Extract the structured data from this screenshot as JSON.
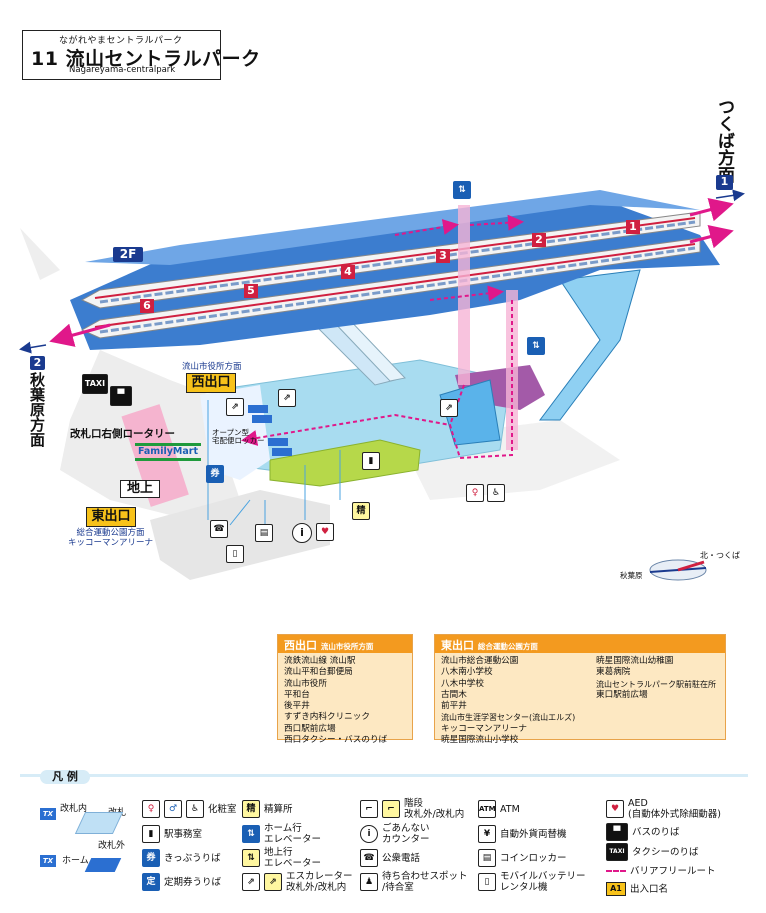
{
  "station": {
    "number": "11",
    "name": "流山セントラルパーク",
    "kana": "ながれやまセントラルパーク",
    "romaji": "Nagareyama-centralpark"
  },
  "directions": {
    "tsukuba": {
      "text": "つくば方面",
      "num": "1"
    },
    "akihabara": {
      "text": "秋葉原方面",
      "num": "2"
    }
  },
  "floor_label": "2F",
  "ground_label": "地上",
  "cars": [
    "1",
    "2",
    "3",
    "4",
    "5",
    "6"
  ],
  "exits": {
    "west": {
      "label": "西出口",
      "sub": "流山市役所方面"
    },
    "east": {
      "label": "東出口",
      "sub": "総合運動公園方面\nキッコーマンアリーナ"
    }
  },
  "map_labels": {
    "rotary": "改札口右側ロータリー",
    "familymart": "FamilyMart",
    "open_locker": "オープン型\n宅配便ロッカー"
  },
  "compass": {
    "north": "北",
    "tsukuba": "つくば",
    "akihabara": "秋葉原"
  },
  "west_card": {
    "title": "西出口",
    "subtitle": "流山市役所方面",
    "items": [
      "流鉄流山線 流山駅",
      "流山平和台郵便局",
      "流山市役所",
      "平和台",
      "すずき内科クリニック",
      "西口駅前広場",
      "西口タクシー・バスのりば"
    ],
    "items_shown": [
      "流鉄流山線 流山駅",
      "流山平和台郵便局",
      "流山市役所",
      "平和台",
      "後平井",
      "すずき内科クリニック",
      "西口駅前広場",
      "西口タクシー・バスのりば"
    ]
  },
  "east_card": {
    "title": "東出口",
    "subtitle": "総合運動公園方面",
    "col1": [
      "流山市総合運動公園",
      "八木南小学校",
      "八木中学校",
      "古間木",
      "前平井",
      "流山市生涯学習センター(流山エルズ)",
      "キッコーマンアリーナ",
      "暁星国際流山小学校"
    ],
    "col2": [
      "暁星国際流山幼稚園",
      "東葛病院",
      "流山セントラルパーク駅前駐在所",
      "東口駅前広場"
    ]
  },
  "legend": {
    "title": "凡 例",
    "gate_inside": "改札内",
    "gate": "改札",
    "gate_outside": "改札外",
    "home": "ホーム",
    "items": [
      {
        "icon": "toilet-icon",
        "label": "化粧室"
      },
      {
        "icon": "station-office-icon",
        "label": "駅事務室"
      },
      {
        "icon": "ticket-icon",
        "label": "きっぷうりば"
      },
      {
        "icon": "pass-icon",
        "label": "定期券うりば"
      },
      {
        "icon": "fare-adjust-icon",
        "label": "精算所"
      },
      {
        "icon": "elevator-home-icon",
        "label": "ホーム行\nエレベーター"
      },
      {
        "icon": "elevator-ground-icon",
        "label": "地上行\nエレベーター"
      },
      {
        "icon": "escalator-icon",
        "label": "エスカレーター\n改札外/改札内"
      },
      {
        "icon": "stairs-icon",
        "label": "階段\n改札外/改札内"
      },
      {
        "icon": "info-icon",
        "label": "ごあんない\nカウンター"
      },
      {
        "icon": "phone-icon",
        "label": "公衆電話"
      },
      {
        "icon": "waiting-icon",
        "label": "待ち合わせスポット\n/待合室"
      },
      {
        "icon": "atm-icon",
        "label": "ATM"
      },
      {
        "icon": "exchange-icon",
        "label": "自動外貨両替機"
      },
      {
        "icon": "locker-icon",
        "label": "コインロッカー"
      },
      {
        "icon": "battery-icon",
        "label": "モバイルバッテリー\nレンタル機"
      },
      {
        "icon": "aed-icon",
        "label": "AED\n(自動体外式除細動器)"
      },
      {
        "icon": "bus-icon",
        "label": "バスのりば"
      },
      {
        "icon": "taxi-icon",
        "label": "タクシーのりば"
      },
      {
        "icon": "barrier-free-icon",
        "label": "バリアフリールート"
      },
      {
        "icon": "exit-name-icon",
        "label": "出入口名"
      }
    ]
  },
  "colors": {
    "platform": "#3c7dcf",
    "platform_top": "#6fa6e6",
    "concourse": "#a8dcf0",
    "route": "#e0188a",
    "exit": "#f7c21a",
    "card": "#fde8c2",
    "card_head": "#f39a1f",
    "fm_green": "#1f9a3c"
  }
}
